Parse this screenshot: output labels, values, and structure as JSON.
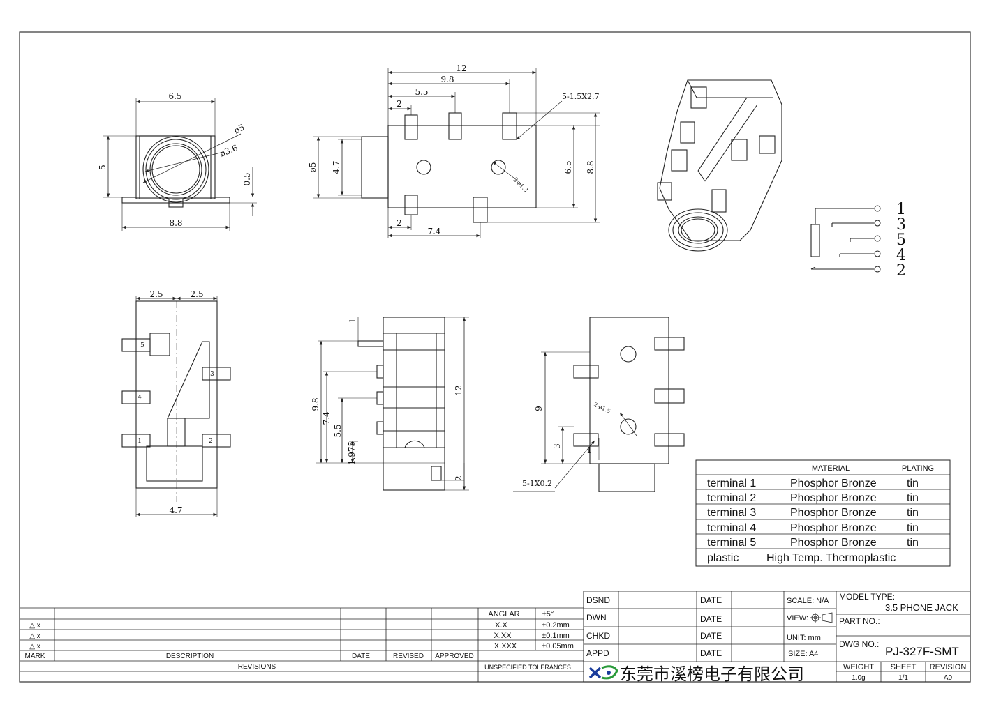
{
  "colors": {
    "line": "#222222",
    "paper": "#ffffff",
    "logo_blue": "#1a3c9c",
    "logo_green": "#2a9a3a"
  },
  "front_view": {
    "width": "6.5",
    "height": "5",
    "outer_dia": "ø5",
    "inner_dia": "ø3.6",
    "pin_offset": "0.5",
    "base_width": "8.8"
  },
  "side_view": {
    "overall": "12",
    "d1": "9.8",
    "d2": "5.5",
    "d3": "2",
    "pin_spec": "5-1.5X2.7",
    "dia5": "ø5",
    "h47": "4.7",
    "h65": "6.5",
    "h88": "8.8",
    "hole": "2-ø1.3",
    "bottom2": "2",
    "bottom74": "7.4"
  },
  "bottom_view": {
    "w_left": "2.5",
    "w_right": "2.5",
    "w_bottom": "4.7",
    "pins": [
      "5",
      "4",
      "1",
      "3",
      "2"
    ]
  },
  "top_view": {
    "d1": "1",
    "d98": "9.8",
    "d74": "7.4",
    "d55": "5.5",
    "d1975": "1.975",
    "d12": "12",
    "d2": "2"
  },
  "back_view": {
    "d9": "9",
    "d3": "3",
    "d1": "1",
    "hole": "2-ø1.5",
    "pin_spec": "5-1X0.2"
  },
  "schematic": {
    "pins": [
      "1",
      "3",
      "5",
      "4",
      "2"
    ]
  },
  "material_table": {
    "headers": {
      "material": "MATERIAL",
      "plating": "PLATING"
    },
    "rows": [
      {
        "part": "terminal 1",
        "material": "Phosphor Bronze",
        "plating": "tin"
      },
      {
        "part": "terminal 2",
        "material": "Phosphor Bronze",
        "plating": "tin"
      },
      {
        "part": "terminal 3",
        "material": "Phosphor Bronze",
        "plating": "tin"
      },
      {
        "part": "terminal 4",
        "material": "Phosphor Bronze",
        "plating": "tin"
      },
      {
        "part": "terminal 5",
        "material": "Phosphor Bronze",
        "plating": "tin"
      },
      {
        "part": "plastic",
        "material": "High Temp. Thermoplastic",
        "plating": ""
      }
    ]
  },
  "revisions": {
    "marks": [
      "△ x",
      "△ x",
      "△ x"
    ],
    "headers": {
      "mark": "MARK",
      "description": "DESCRIPTION",
      "date": "DATE",
      "revised": "REVISED",
      "approved": "APPROVED"
    },
    "footer": "REVISIONS"
  },
  "tolerances": {
    "rows": [
      {
        "label": "ANGLAR",
        "value": "±5°"
      },
      {
        "label": "X.X",
        "value": "±0.2mm"
      },
      {
        "label": "X.XX",
        "value": "±0.1mm"
      },
      {
        "label": "X.XXX",
        "value": "±0.05mm"
      }
    ],
    "footer": "UNSPECIFIED TOLERANCES"
  },
  "title_block": {
    "dsnd": "DSND",
    "dwn": "DWN",
    "chkd": "CHKD",
    "appd": "APPD",
    "date": "DATE",
    "scale": "SCALE: N/A",
    "view": "VIEW:",
    "unit": "UNIT: mm",
    "size": "SIZE: A4",
    "model_type_label": "MODEL TYPE:",
    "model_type": "3.5 PHONE JACK",
    "part_no_label": "PART NO.:",
    "dwg_no_label": "DWG NO.:",
    "dwg_no": "PJ-327F-SMT",
    "weight_label": "WEIGHT",
    "weight": "1.0g",
    "sheet_label": "SHEET",
    "sheet": "1/1",
    "revision_label": "REVISION",
    "revision": "A0",
    "company": "东莞市溪榜电子有限公司"
  }
}
